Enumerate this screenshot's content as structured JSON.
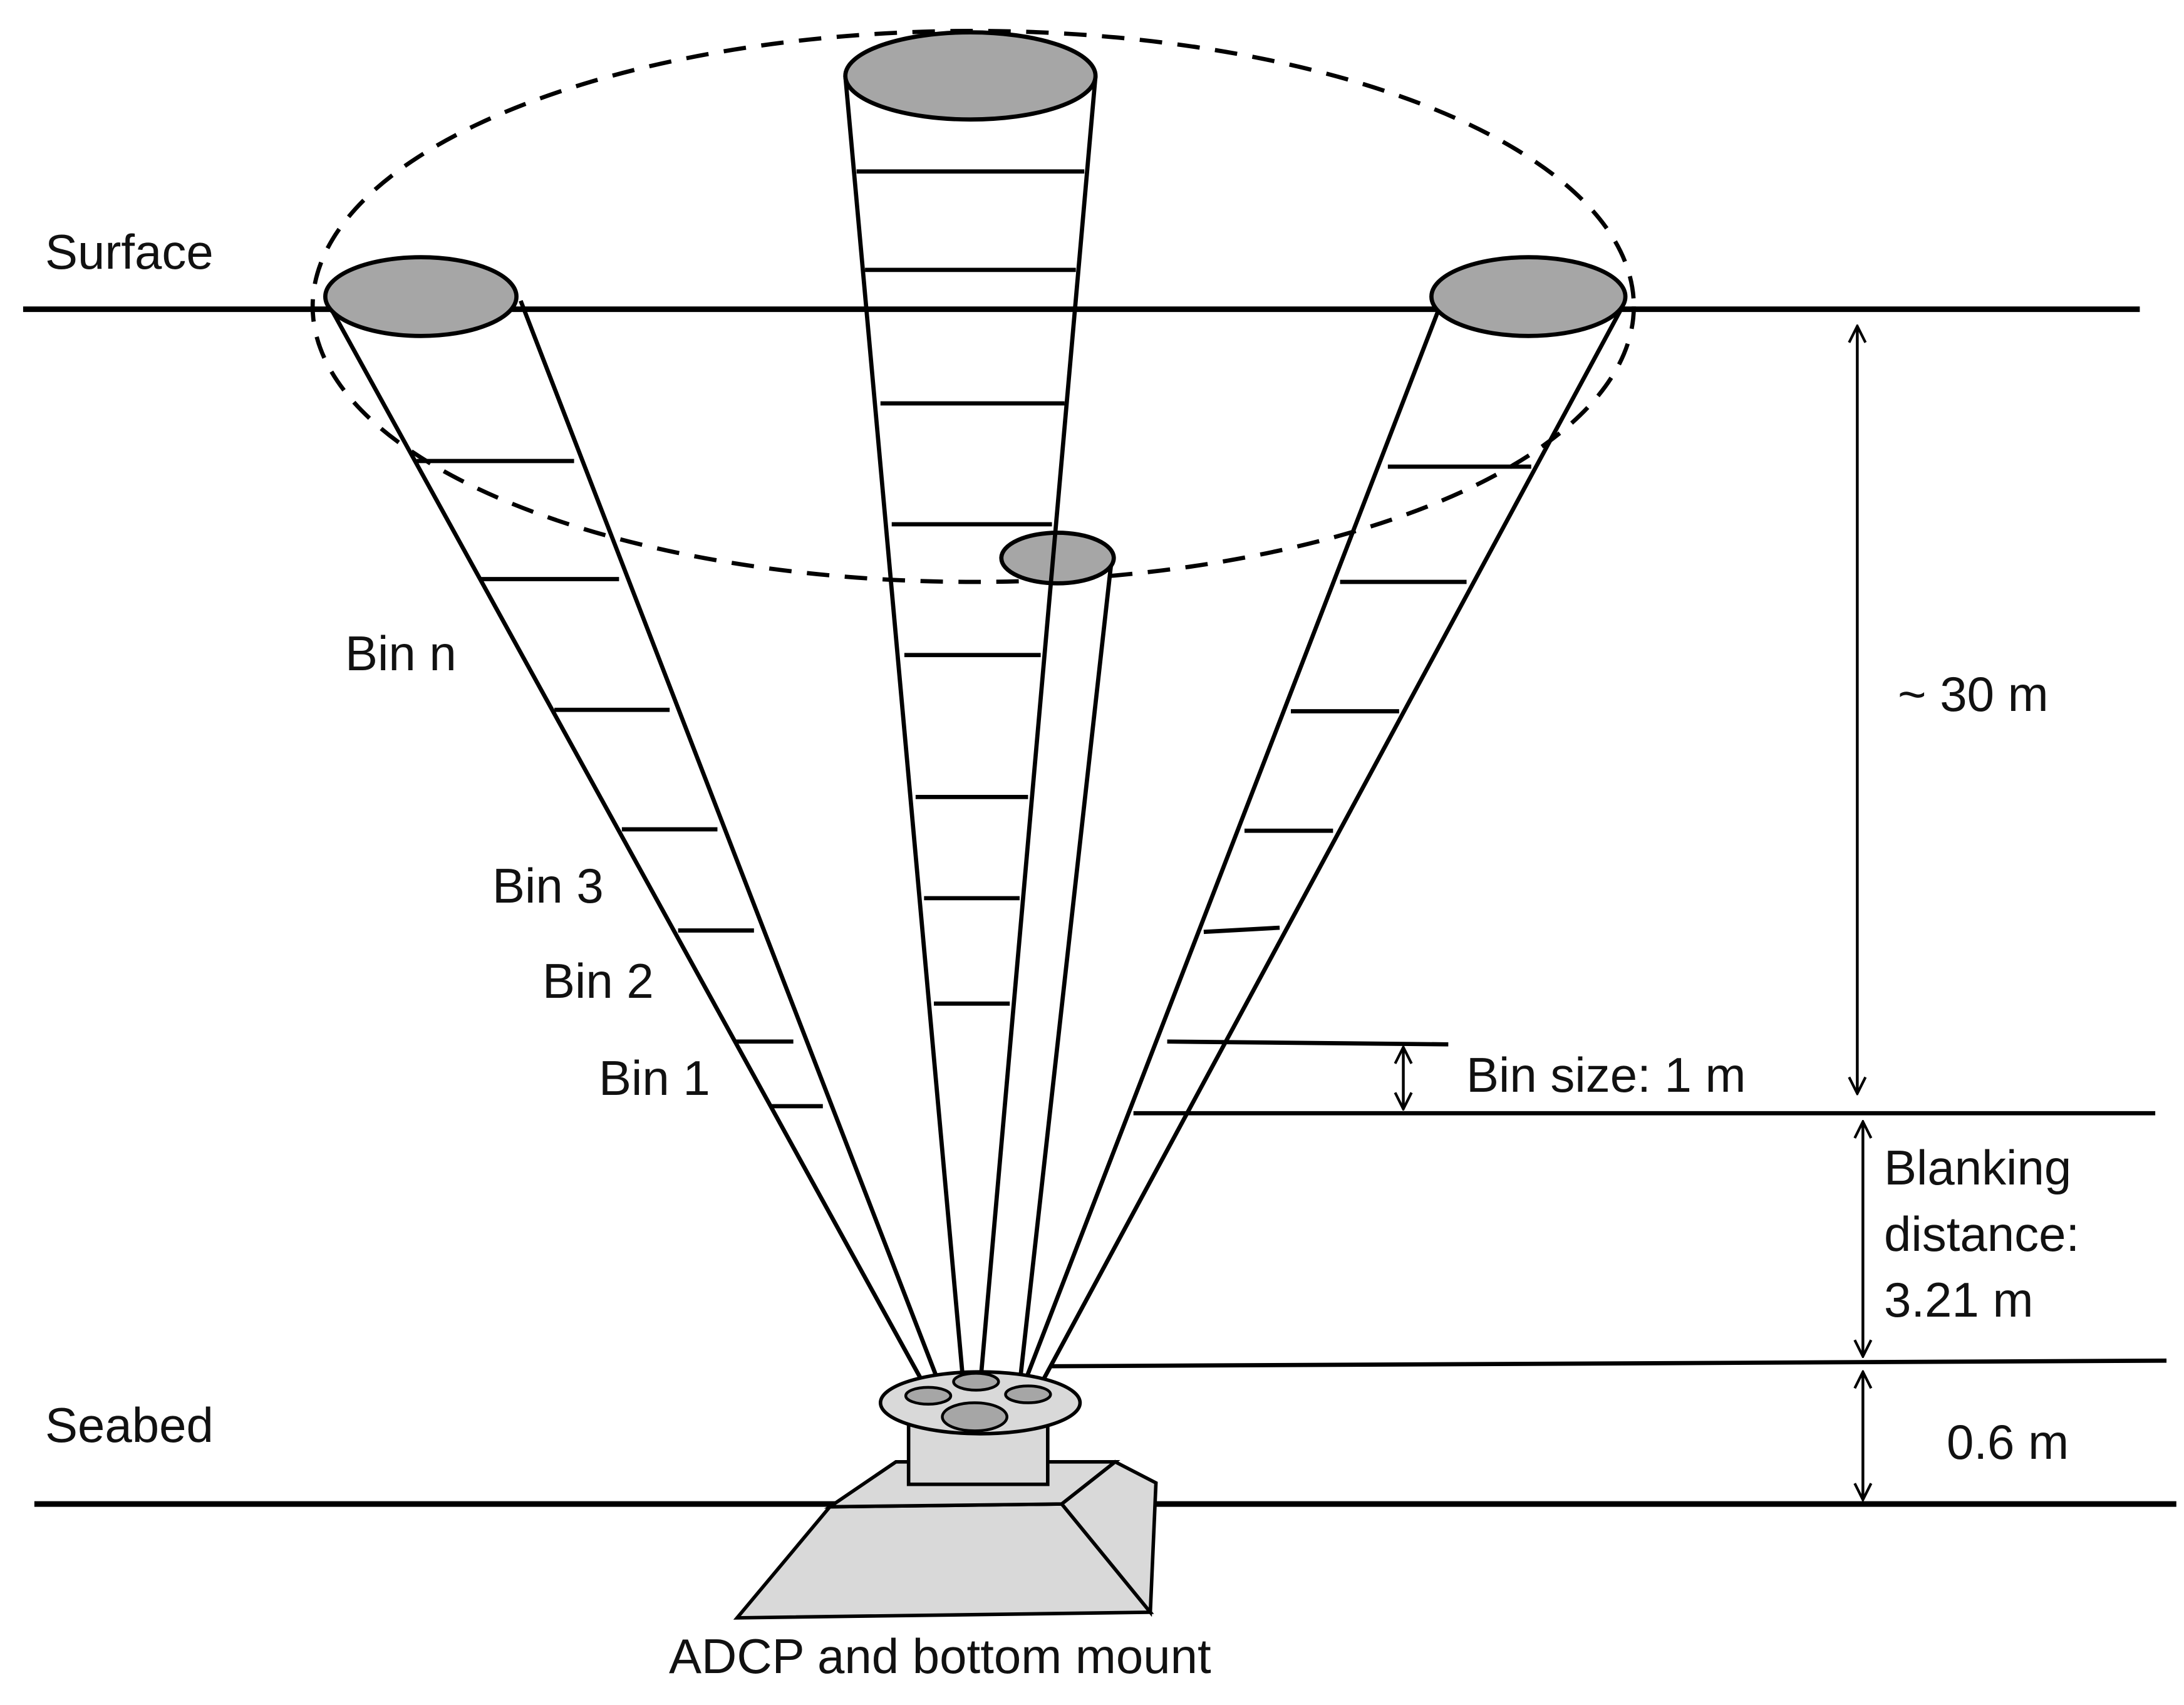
{
  "labels": {
    "surface": "Surface",
    "seabed": "Seabed",
    "bin_n": "Bin n",
    "bin_3": "Bin 3",
    "bin_2": "Bin 2",
    "bin_1": "Bin 1",
    "depth": "~ 30 m",
    "bin_size": "Bin size: 1 m",
    "blanking_line1": "Blanking",
    "blanking_line2": "distance:",
    "blanking_line3": "3.21 m",
    "mount_height": "0.6 m",
    "caption": "ADCP and bottom mount"
  },
  "colors": {
    "line": "#000000",
    "beam_fill": "#a6a6a6",
    "mount_fill": "#d9d9d9",
    "background": "#ffffff"
  }
}
